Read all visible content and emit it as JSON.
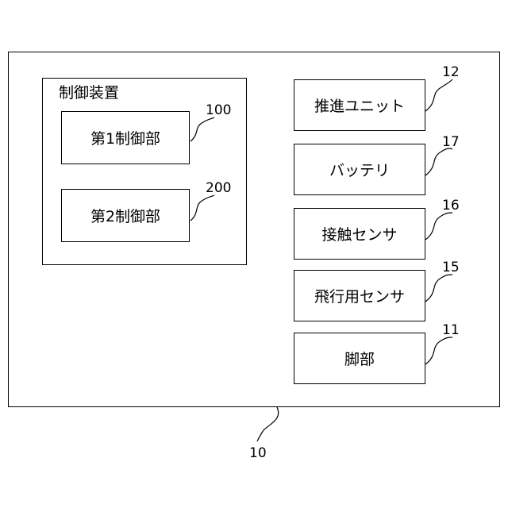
{
  "device": {
    "ref": "10"
  },
  "control_unit": {
    "title": "制御装置",
    "first": {
      "label": "第1制御部",
      "ref": "100"
    },
    "second": {
      "label": "第2制御部",
      "ref": "200"
    }
  },
  "components": [
    {
      "label": "推進ユニット",
      "ref": "12"
    },
    {
      "label": "バッテリ",
      "ref": "17"
    },
    {
      "label": "接触センサ",
      "ref": "16"
    },
    {
      "label": "飛行用センサ",
      "ref": "15"
    },
    {
      "label": "脚部",
      "ref": "11"
    }
  ]
}
